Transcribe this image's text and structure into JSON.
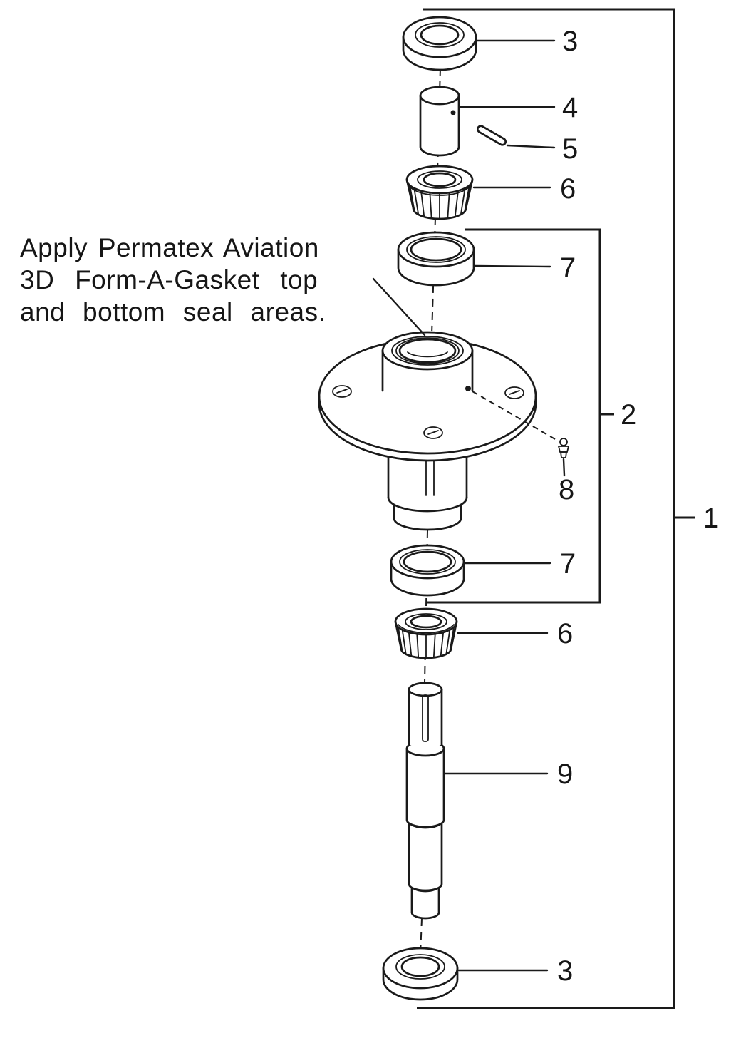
{
  "colors": {
    "ink": "#1a1a1a",
    "paper": "#ffffff"
  },
  "annotation": {
    "line1": "Apply Permatex Aviation",
    "line2": "3D Form-A-Gasket top",
    "line3": "and bottom seal areas."
  },
  "callouts": {
    "assembly": "1",
    "hub_subassembly": "2",
    "seal_top": "3",
    "spacer": "4",
    "pin": "5",
    "bearing_upper": "6",
    "cup_upper": "7",
    "grease_fitting": "8",
    "cup_lower": "7",
    "bearing_lower": "6",
    "spindle": "9",
    "seal_lower": "3"
  }
}
